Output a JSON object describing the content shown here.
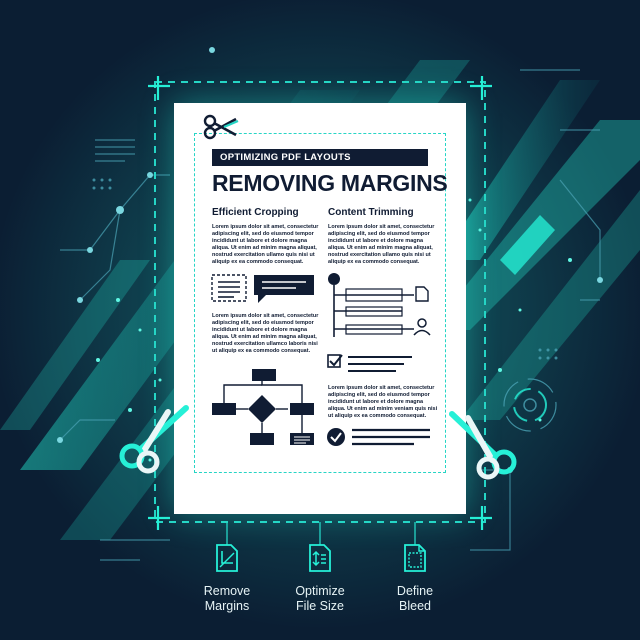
{
  "document": {
    "banner": "OPTIMIZING PDF LAYOUTS",
    "headline": "REMOVING MARGINS",
    "left_column": {
      "heading": "Efficient Cropping",
      "paragraph_1": "Lorem ipsum dolor sit amet, consectetur adipiscing elit, sed do eiusmod tempor incididunt ut labore et dolore magna aliqua. Ut enim ad minim magna aliquat, nostrud exercitation ullamo quis nisi ut aliquip ex ea commodo consequat.",
      "paragraph_2": "Lorem ipsum dolor sit amet, consectetur adipiscing elit, sed do eiusmod tempor incididunt ut labore et dolore magna aliqua. Ut enim ad minim magna aliquat, nostrud exercitation ullamco laboris nisi ut aliquip ex ea commodo consequat."
    },
    "right_column": {
      "heading": "Content Trimming",
      "paragraph_1": "Lorem ipsum dolor sit amet, consectetur adipiscing elit, sed do eiusmod tempor incididunt ut labore et dolore magna aliqua. Ut enim ad minim magna aliquat, nostrud exercitation ullamo quis nisi ut aliquip ex ea commodo consequat.",
      "paragraph_2": "Lorem ipsum dolor sit amet, consectetur adipiscing elit, sed do eiusmod tempor incididunt ut labore et dolore magna aliqua. Ut enim ad minim veniam quis nisi ut aliquip ex ea commodo consequat."
    }
  },
  "features": [
    {
      "label_line1": "Remove",
      "label_line2": "Margins",
      "icon": "crop-document-icon"
    },
    {
      "label_line1": "Optimize",
      "label_line2": "File Size",
      "icon": "compress-document-icon"
    },
    {
      "label_line1": "Define",
      "label_line2": "Bleed",
      "icon": "bleed-document-icon"
    }
  ],
  "colors": {
    "background": "#0b1e33",
    "accent": "#26f0d7",
    "document": "#ffffff",
    "ink": "#101c33"
  }
}
